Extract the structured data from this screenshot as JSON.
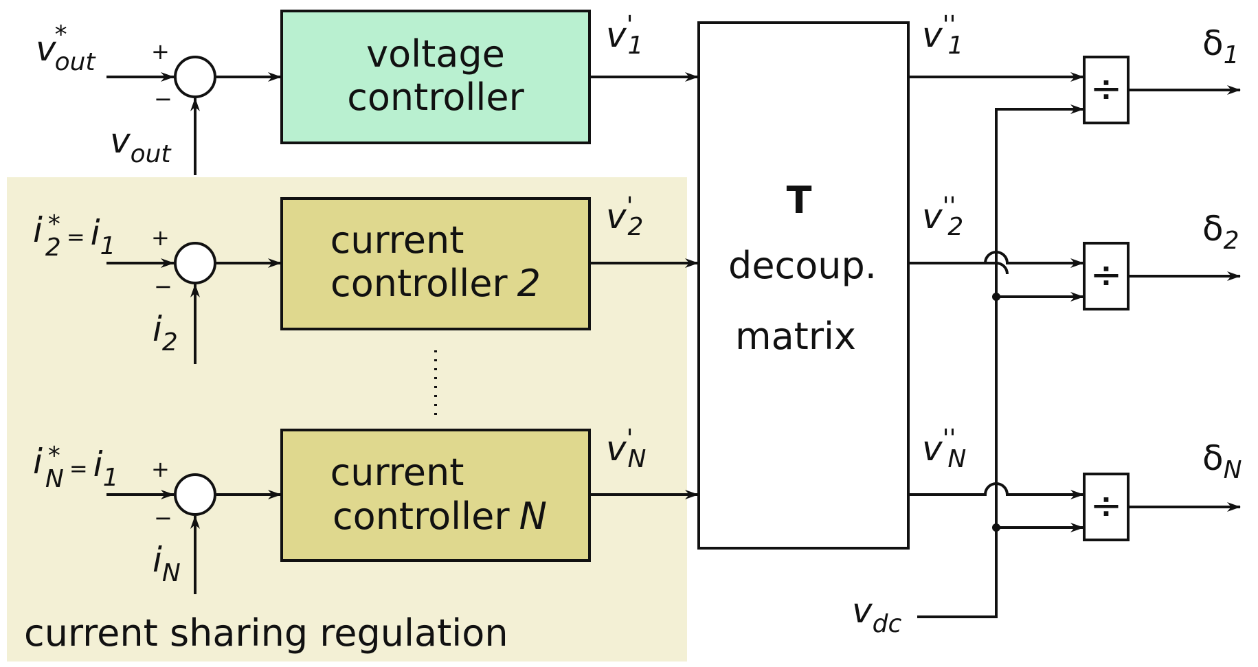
{
  "colors": {
    "region_fill": "#f3f0d5",
    "voltage_block_fill": "#b9f0d0",
    "current_block_fill": "#dfd88e",
    "line": "#111111"
  },
  "region": {
    "label": "current sharing regulation"
  },
  "blocks": {
    "voltage": {
      "line1": "voltage",
      "line2": "controller"
    },
    "current_2": {
      "line1": "current",
      "line2": "controller",
      "index": "2"
    },
    "current_n": {
      "line1": "current",
      "line2": "controller",
      "index": "N"
    },
    "matrix": {
      "symbol": "T",
      "line1": "decoup.",
      "line2": "matrix"
    }
  },
  "signs": {
    "plus": "+",
    "minus": "−"
  },
  "inputs": {
    "v_out_ref": {
      "base": "v",
      "sub": "out",
      "sup": "*"
    },
    "v_out": {
      "base": "v",
      "sub": "out"
    },
    "i2_ref": {
      "base": "i",
      "sub": "2",
      "sup": "*",
      "equals": "=",
      "rhs_base": "i",
      "rhs_sub": "1"
    },
    "i2": {
      "base": "i",
      "sub": "2"
    },
    "iN_ref": {
      "base": "i",
      "sub": "N",
      "sup": "*",
      "equals": "=",
      "rhs_base": "i",
      "rhs_sub": "1"
    },
    "iN": {
      "base": "i",
      "sub": "N"
    },
    "v_dc": {
      "base": "v",
      "sub": "dc"
    }
  },
  "intermediate": {
    "v1p": {
      "base": "v",
      "prime": "'",
      "sub": "1"
    },
    "v2p": {
      "base": "v",
      "prime": "'",
      "sub": "2"
    },
    "vNp": {
      "base": "v",
      "prime": "'",
      "sub": "N"
    },
    "v1pp": {
      "base": "v",
      "prime": "''",
      "sub": "1"
    },
    "v2pp": {
      "base": "v",
      "prime": "''",
      "sub": "2"
    },
    "vNpp": {
      "base": "v",
      "prime": "''",
      "sub": "N"
    }
  },
  "outputs": {
    "d1": {
      "base": "δ",
      "sub": "1"
    },
    "d2": {
      "base": "δ",
      "sub": "2"
    },
    "dN": {
      "base": "δ",
      "sub": "N"
    }
  },
  "divider_symbol": "÷",
  "ellipsis_symbol": "⋮"
}
